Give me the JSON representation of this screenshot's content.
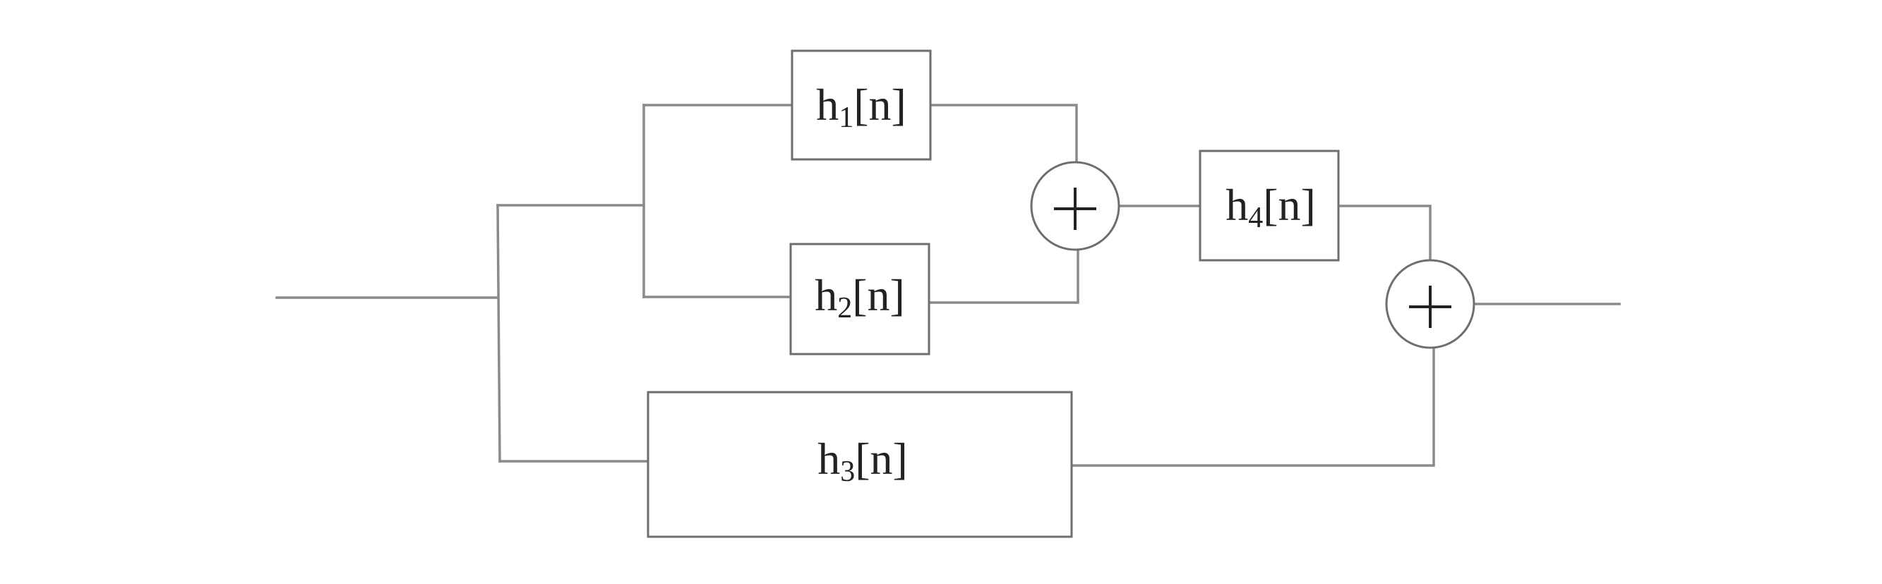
{
  "diagram": {
    "blocks": {
      "h1": {
        "base": "h",
        "sub": "1",
        "suffix": "[n]"
      },
      "h2": {
        "base": "h",
        "sub": "2",
        "suffix": "[n]"
      },
      "h3": {
        "base": "h",
        "sub": "3",
        "suffix": "[n]"
      },
      "h4": {
        "base": "h",
        "sub": "4",
        "suffix": "[n]"
      }
    },
    "summers": {
      "sum1": {
        "symbol": "+"
      },
      "sum2": {
        "symbol": "+"
      }
    }
  }
}
